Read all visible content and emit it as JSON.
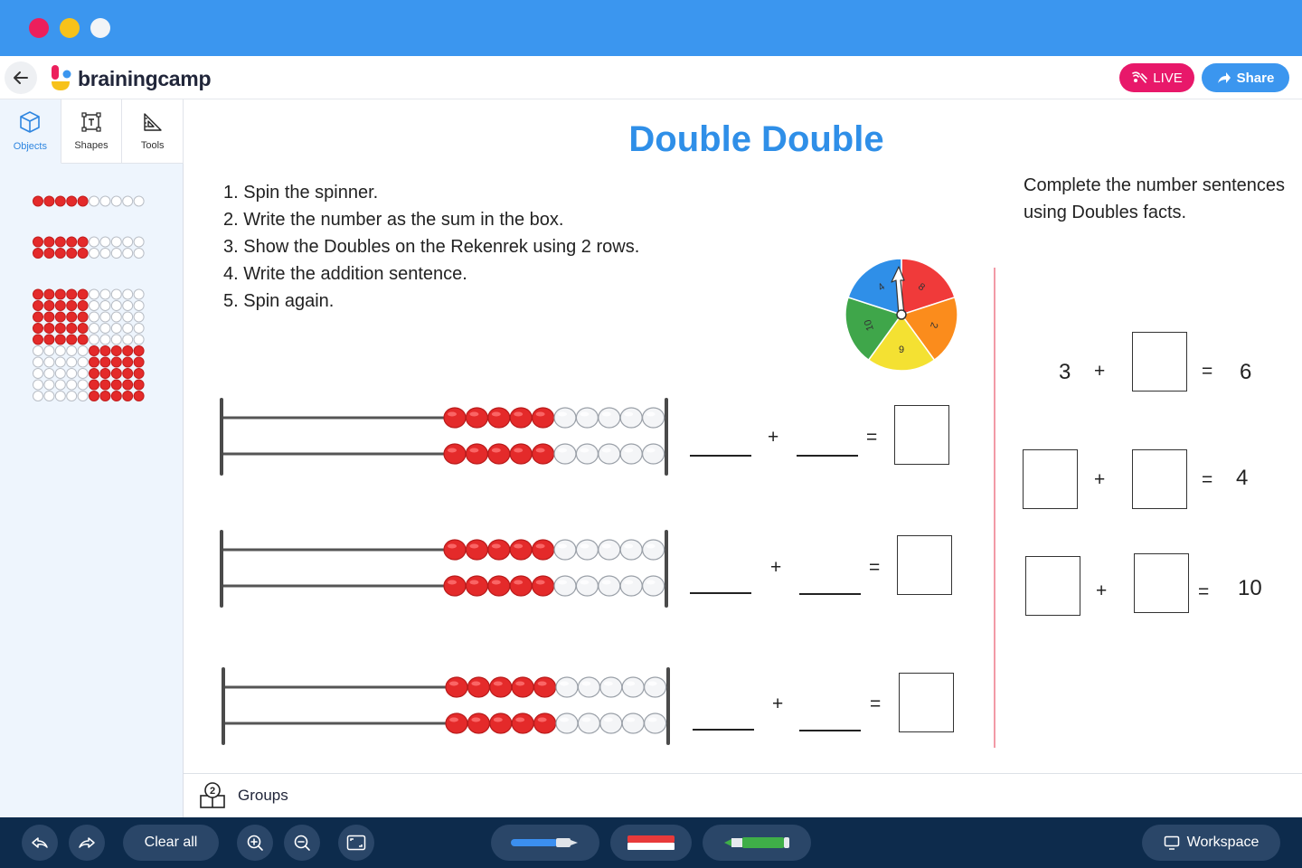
{
  "header": {
    "brand": "brainingcamp",
    "live_label": "LIVE",
    "share_label": "Share"
  },
  "sidebar": {
    "tabs": [
      {
        "label": "Objects",
        "icon": "cube-icon",
        "active": true
      },
      {
        "label": "Shapes",
        "icon": "shapes-icon",
        "active": false
      },
      {
        "label": "Tools",
        "icon": "ruler-triangle-icon",
        "active": false
      }
    ],
    "objects": [
      "rekenrek-1-row",
      "rekenrek-2-rows",
      "rekenrek-10-rows"
    ]
  },
  "activity": {
    "title": "Double Double",
    "instructions": [
      "1. Spin the spinner.",
      "2. Write the number as the sum in the box.",
      "3. Show the Doubles on the Rekenrek using 2 rows.",
      "4. Write the addition sentence.",
      "5. Spin again."
    ],
    "right_instruction": "Complete the number sentences using Doubles facts.",
    "spinner_values": [
      "8",
      "2",
      "6",
      "10",
      "4"
    ],
    "spinner_colors": [
      "#f03a3a",
      "#fb8c1c",
      "#f4e132",
      "#3fa64a",
      "#2f8fe8"
    ],
    "plus": "+",
    "equals": "=",
    "sentences": [
      {
        "a": "3",
        "b": "",
        "sum": "6"
      },
      {
        "a": "",
        "b": "",
        "sum": "4"
      },
      {
        "a": "",
        "b": "",
        "sum": "10"
      }
    ]
  },
  "groups_label": "Groups",
  "groups_badge": "2",
  "toolbar": {
    "clear_label": "Clear all",
    "workspace_label": "Workspace",
    "marker_colors": [
      "#3b8ff0",
      "#e83a3a",
      "#3fae48"
    ]
  },
  "colors": {
    "accent": "#3b96ef",
    "live": "#e8186a",
    "bead_red": "#e42a2a",
    "toolbar_bg": "#0d2b4c"
  }
}
